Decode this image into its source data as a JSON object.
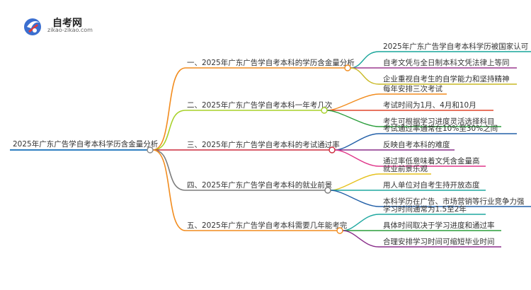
{
  "logo": {
    "title": "自考网",
    "url": "zikao-zikao.com"
  },
  "root": {
    "label": "2025年广东广告学自考本科学历含金量分析"
  },
  "branches": [
    {
      "label": "一、2025年广东广告学自考本科的学历含金量分析",
      "color": "#f28c1e",
      "children": [
        {
          "label": "2025年广东广告学自考本科学历被国家认可",
          "color": "#19a59a"
        },
        {
          "label": "自考文凭与全日制本科文凭法律上等同",
          "color": "#9b3a8f"
        },
        {
          "label": "企业重视自考生的自学能力和坚持精神",
          "color": "#c9b925"
        }
      ]
    },
    {
      "label": "二、2025年广东广告学自考本科一年考几次",
      "color": "#a7d129",
      "children": [
        {
          "label": "每年安排三次考试",
          "color": "#f28c1e"
        },
        {
          "label": "考试时间为1月、4月和10月",
          "color": "#e0462b"
        },
        {
          "label": "考生可根据学习进度灵活选择科目",
          "color": "#2b9e3c"
        }
      ]
    },
    {
      "label": "三、2025年广东广告学自考本科的考试通过率",
      "color": "#cc2a3c",
      "children": [
        {
          "label": "考试通过率通常在10%至30%之间",
          "color": "#2360a8"
        },
        {
          "label": "反映自考本科的难度",
          "color": "#8a2e8a"
        },
        {
          "label": "通过率低意味着文凭含金量高",
          "color": "#e0368a"
        }
      ]
    },
    {
      "label": "四、2025年广东广告学自考本科的就业前景",
      "color": "#7d7d7d",
      "children": [
        {
          "label": "就业前景乐观",
          "color": "#e6c21f"
        },
        {
          "label": "用人单位对自考生持开放态度",
          "color": "#1fa8a0"
        },
        {
          "label": "本科学历在广告、市场营销等行业竞争力强",
          "color": "#2360a8"
        }
      ]
    },
    {
      "label": "五、2025年广东广告学自考本科需要几年能考完",
      "color": "#f28c1e",
      "children": [
        {
          "label": "学习时间通常为1.5至2年",
          "color": "#1fa8a0"
        },
        {
          "label": "具体时间取决于学习进度和通过率",
          "color": "#2b9e3c"
        },
        {
          "label": "合理安排学习时间可缩短毕业时间",
          "color": "#8a2e8a"
        }
      ]
    }
  ]
}
